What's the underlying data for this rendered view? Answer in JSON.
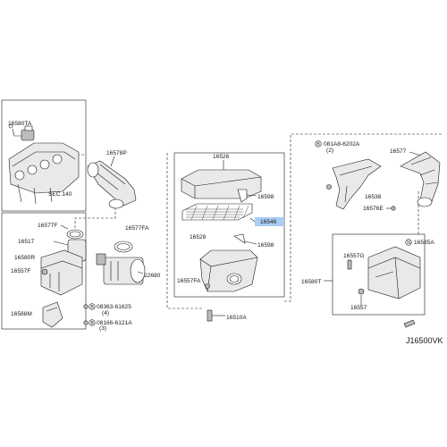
{
  "diagram": {
    "reference_code": "J16500VK",
    "labels": {
      "p16580TA": "16580TA",
      "p16578P": "16578P",
      "sec140": "SEC.140",
      "p16577F": "16577F",
      "p16577FA": "16577FA",
      "p16517": "16517",
      "p16580R": "16580R",
      "p16557F": "16557F",
      "p22680": "22680",
      "p16588M": "16588M",
      "p08363": "08363-61625",
      "p08363q": "(4)",
      "p08166": "08166-6121A",
      "p08166q": "(3)",
      "p16526": "16526",
      "p16598a": "16598",
      "p16546": "16546",
      "p16528": "16528",
      "p16598b": "16598",
      "p16557FA": "16557FA",
      "p16510A": "16510A",
      "p081A8": "081A8-6202A",
      "p081A8q": "(2)",
      "p16577": "16577",
      "p16538": "16538",
      "p16576E": "16576E",
      "p16580T": "16580T",
      "p16557G": "16557G",
      "p16585A": "16585A",
      "p16557": "16557"
    },
    "circled_marks": {
      "mark_b": "B",
      "mark_n": "N"
    },
    "highlight_color": "#a9cdf3"
  }
}
